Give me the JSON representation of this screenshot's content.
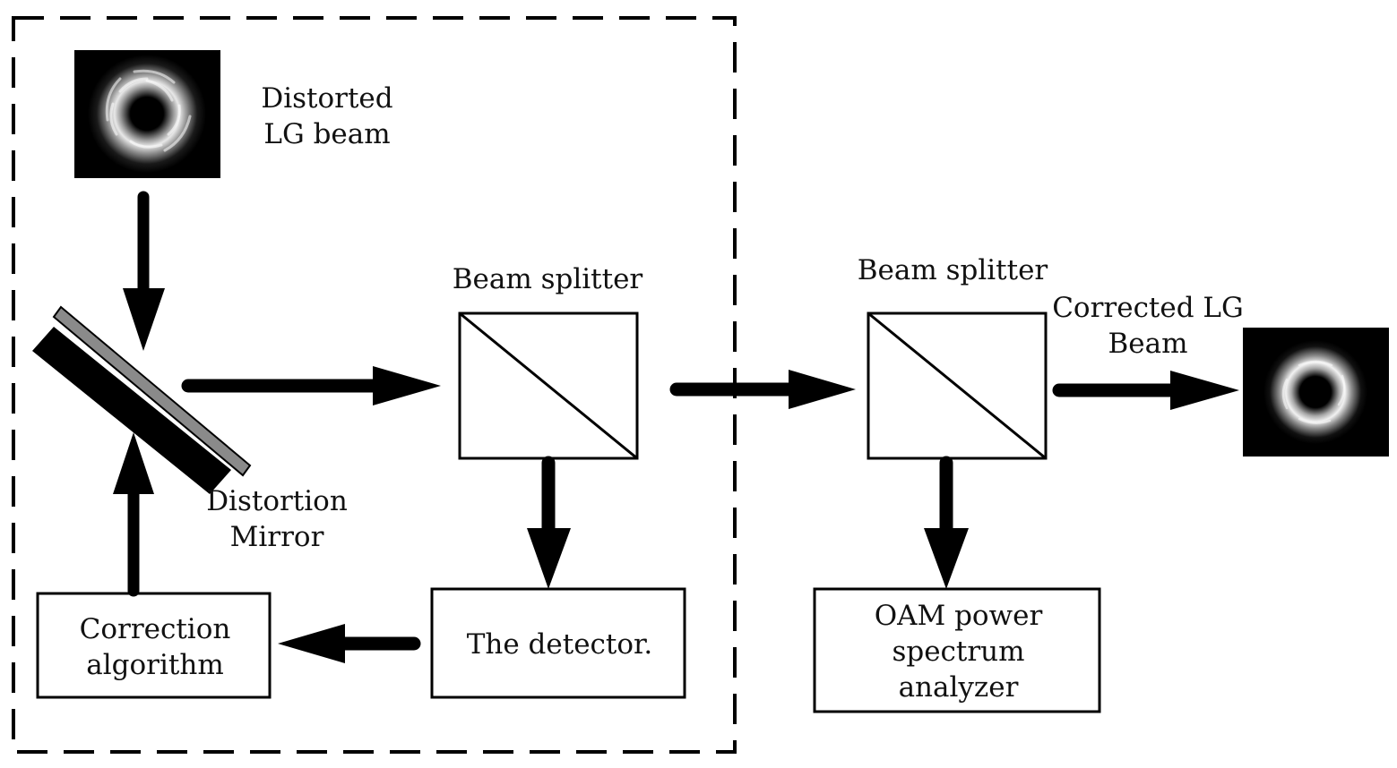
{
  "labels": {
    "distorted_beam": [
      "Distorted",
      "LG beam"
    ],
    "beam_splitter_1": "Beam splitter",
    "beam_splitter_2": "Beam splitter",
    "corrected_beam": [
      "Corrected LG",
      "Beam"
    ],
    "distortion_mirror": [
      "Distortion",
      "Mirror"
    ],
    "detector": "The detector.",
    "correction_algorithm": [
      "Correction",
      "algorithm"
    ],
    "oam_analyzer": [
      "OAM power",
      "spectrum",
      "analyzer"
    ]
  },
  "colors": {
    "stroke": "#000000",
    "mirror_face": "#8a8a8a",
    "beam_image_bg": "#000000"
  }
}
